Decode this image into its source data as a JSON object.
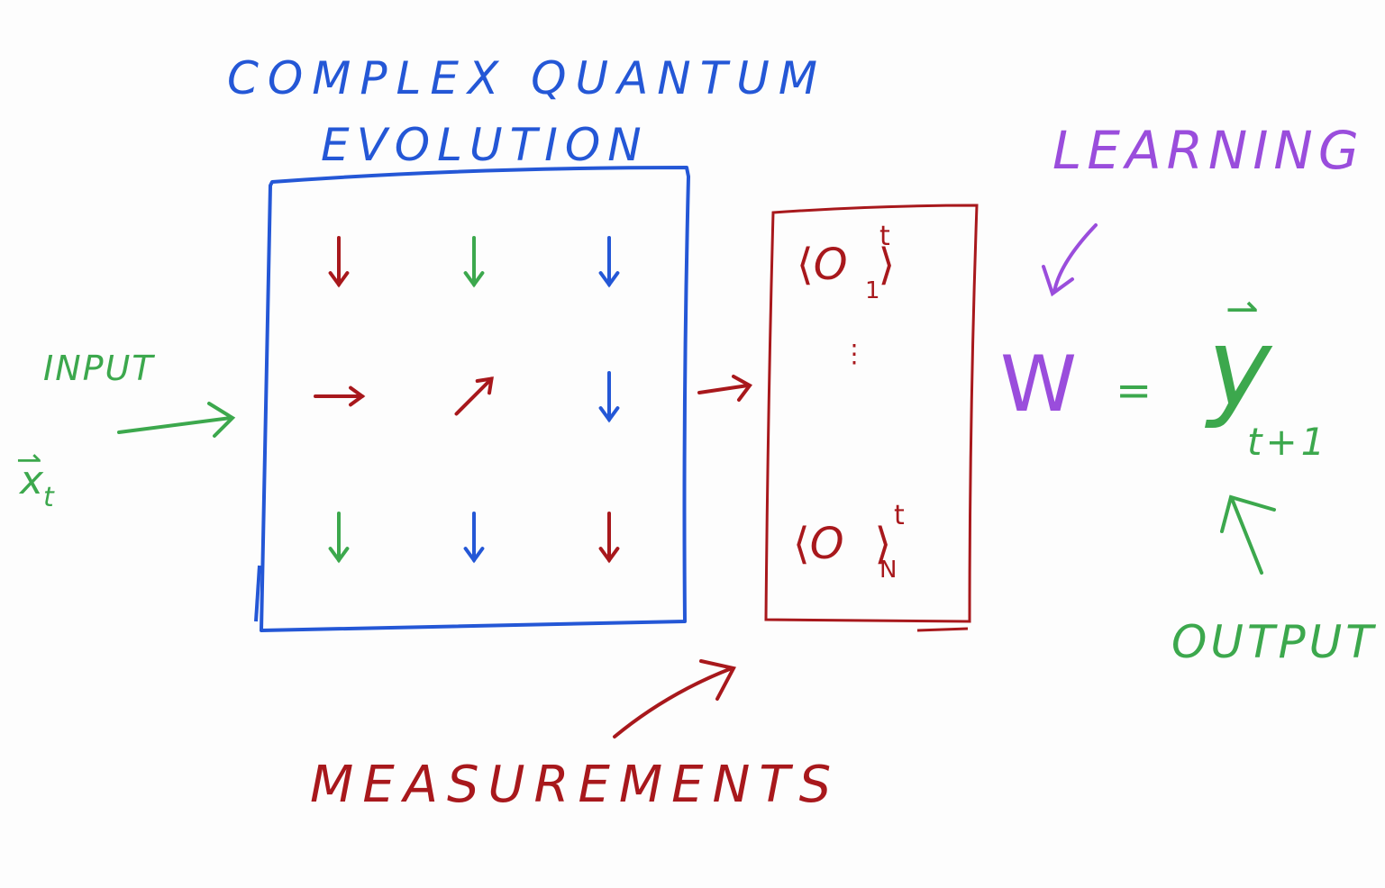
{
  "colors": {
    "blue": "#2457d6",
    "green": "#3ca84d",
    "red": "#a8181c",
    "purple": "#9a4ddc"
  },
  "labels": {
    "title_line1": "COMPLEX QUANTUM",
    "title_line2": "EVOLUTION",
    "learning": "LEARNING",
    "input": "INPUT",
    "output": "OUTPUT",
    "measurements": "MEASUREMENTS"
  },
  "math": {
    "input_symbol": "x",
    "input_subscript": "t",
    "vector_mark": "⇀",
    "weight": "W",
    "equals": "=",
    "output_symbol": "y",
    "output_subscript": "t+1",
    "observable_first": {
      "open": "⟨",
      "symbol": "O",
      "superscript": "t",
      "subscript": "1",
      "close": "⟩"
    },
    "observable_last": {
      "open": "⟨",
      "symbol": "O",
      "superscript": "t",
      "subscript": "N",
      "close": "⟩"
    },
    "vdots": "⋮"
  },
  "spin_grid": {
    "rows": [
      [
        {
          "dir": "down",
          "color": "red"
        },
        {
          "dir": "down",
          "color": "green"
        },
        {
          "dir": "down",
          "color": "blue"
        }
      ],
      [
        {
          "dir": "right",
          "color": "red"
        },
        {
          "dir": "up-right",
          "color": "red"
        },
        {
          "dir": "down",
          "color": "blue"
        }
      ],
      [
        {
          "dir": "down",
          "color": "green"
        },
        {
          "dir": "down",
          "color": "blue"
        },
        {
          "dir": "down",
          "color": "red"
        }
      ]
    ]
  }
}
